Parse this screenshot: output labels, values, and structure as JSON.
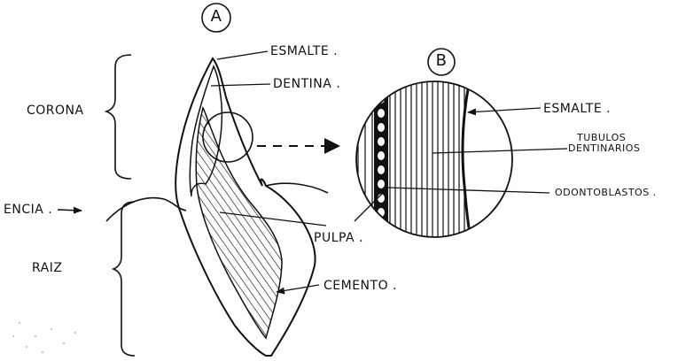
{
  "figure": {
    "panel_a": "A",
    "panel_b": "B",
    "labels": {
      "esmalte_a": "ESMALTE .",
      "dentina": "DENTINA .",
      "corona": "CORONA",
      "encia": "ENCIA .",
      "raiz": "RAIZ",
      "pulpa": "PULPA .",
      "cemento": "CEMENTO .",
      "esmalte_b": "ESMALTE .",
      "tubulos_1": "TUBULOS",
      "tubulos_2": "DENTINARIOS",
      "odontoblastos": "ODONTOBLASTOS ."
    }
  },
  "colors": {
    "ink": "#111111",
    "paper": "#ffffff"
  }
}
